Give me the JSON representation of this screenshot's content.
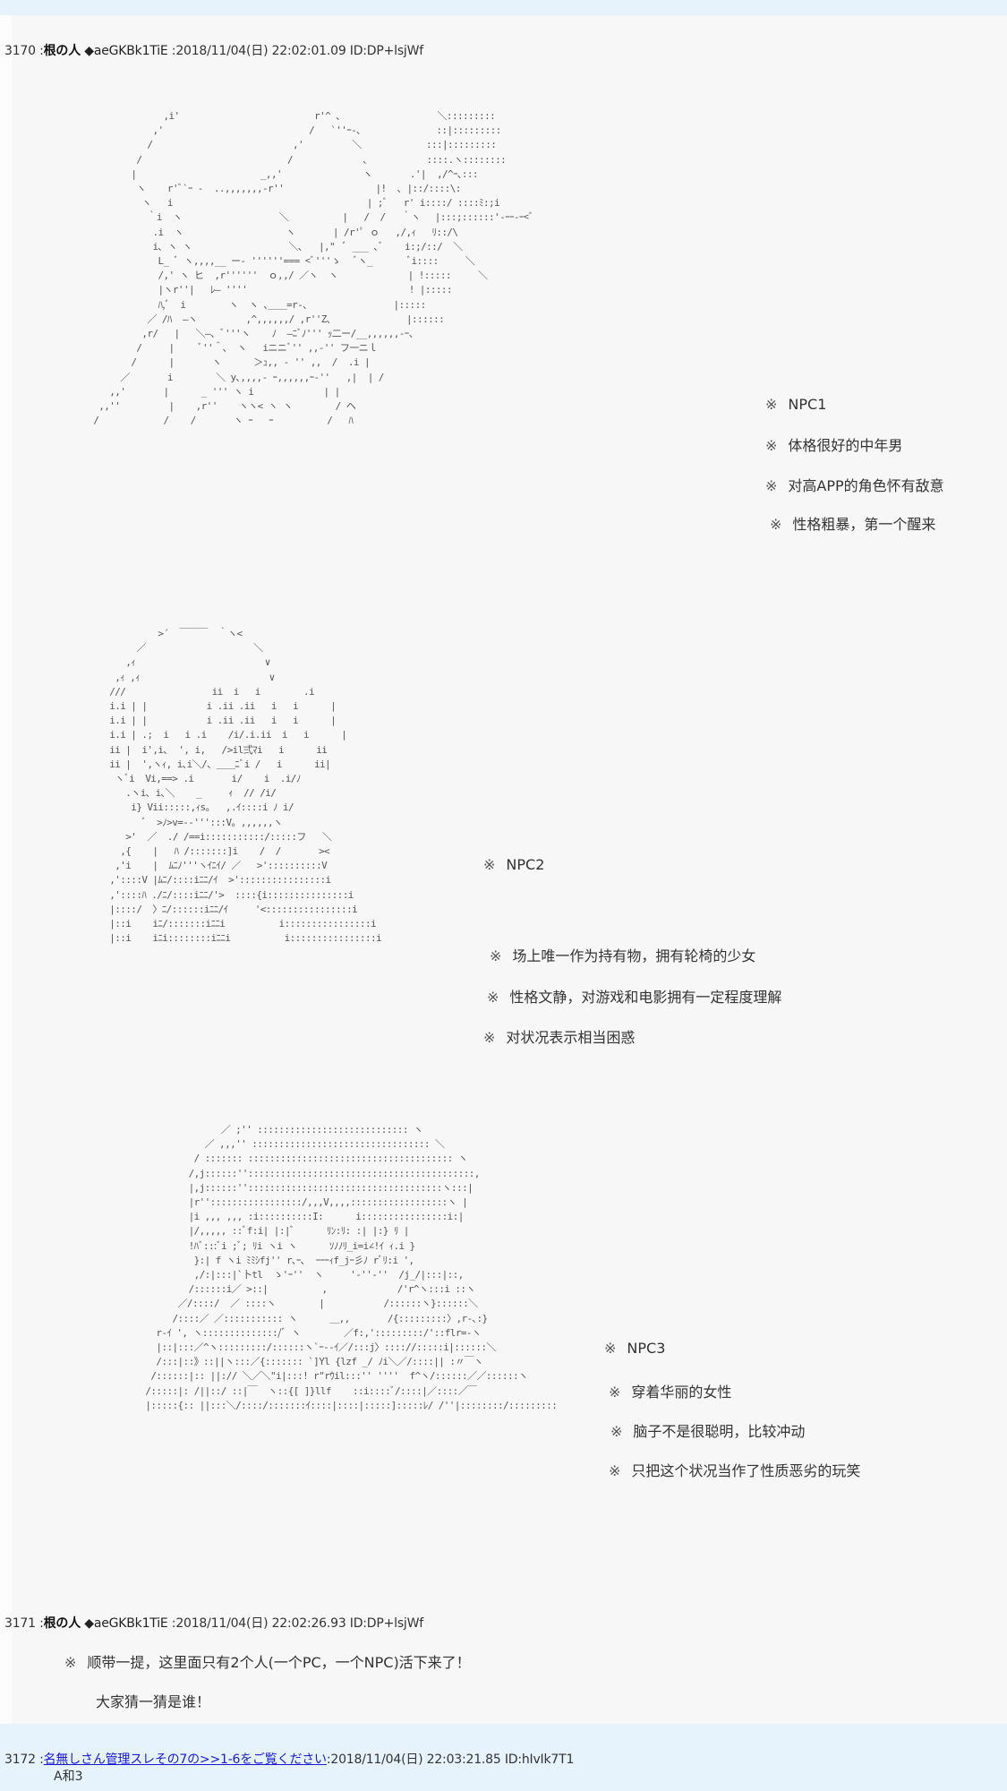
{
  "posts": [
    {
      "number": "3170",
      "sep": " :",
      "name": "根の人",
      "trip": " ◆aeGKBk1TiE ",
      "date": ":2018/11/04(日) 22:02:01.09 ID:DP+lsjWf",
      "notes_npc1": [
        {
          "mark": "※",
          "text": "NPC1"
        },
        {
          "mark": "※",
          "text": "体格很好的中年男"
        },
        {
          "mark": "※",
          "text": "对高APP的角色怀有敌意"
        },
        {
          "mark": "※",
          "text": "性格粗暴，第一个醒来"
        }
      ],
      "notes_npc2": [
        {
          "mark": "※",
          "text": "NPC2"
        },
        {
          "mark": "※",
          "text": "场上唯一作为持有物，拥有轮椅的少女"
        },
        {
          "mark": "※",
          "text": "性格文静，对游戏和电影拥有一定程度理解"
        },
        {
          "mark": "※",
          "text": "对状况表示相当困惑"
        }
      ],
      "notes_npc3": [
        {
          "mark": "※",
          "text": "NPC3"
        },
        {
          "mark": "※",
          "text": "穿着华丽的女性"
        },
        {
          "mark": "※",
          "text": "脑子不是很聪明，比较冲动"
        },
        {
          "mark": "※",
          "text": "只把这个状况当作了性质恶劣的玩笑"
        }
      ],
      "art_npc1": "                      ,i'                         r'^ ､                  ＼:::::::::\n                    ,'                           /   `''ｰ-､              ::|:::::::::\n                   /                          ,'         ＼            :::|:::::::::\n                 /                           /             ､           ::::.ヽ::::::::\n                |                       _,,'               ヽ       .'|  ,/^ｰ､:::\n                 ヽ    r'ﾞ`ｰ -  ..,,,,,,,-r''                 |!  ､ |::/::::\\:\n                  ヽ   i                                    | ;ﾞ   r' i::::/ ::::ﾐ:;i\n                   ｀i  ヽ                  ＼          |   /  /   ｀ヽ 　|:::;::::::'-ｰｰ‐ｰ<ﾞ\n                    .i  ヽ                   ヽ       | /r'ﾟ ｏ   ,/,ｨ   ﾘ::/\\\n                    i､ ヽ ヽ                  ＼､   |,\"  ﾞ ___ ､ﾞ    i:;/::/  ＼\n                     L_ ﾞ ヽ,,,,__ ー‐ ''''''=== <ﾞ'''ゝ   ﾞヽ_       ﾞi::::     ＼\n                     /,' ヽ ヒ  ,r''''''  ｏ,,/ ／ヽ  ヽ             | !:::::     ＼\n                     |ヽr''|   ﾚ― ''''                              ! |:::::\n                     ﾊ,ﾞ  i        ヽ  ヽ ､＿＿=r-､                |:::::\n                   ／ /ﾊ  ―ヽ         ,^,,,,,,/ ,r''Z､              |::::::\n                  ,r/   |   ＼―、ﾞ'''ヽ    ﾉ  ―ﾆﾞﾉ''' ｯ二ー/__,,,,,,‐ｰ、\n                 /     |     ﾞ''＾、 ヽ   iニニﾞ'' ,,-'' フ一ニｌ\n                /      |       ヽ      ＞ｭ,, - '' ,,  /  .i |\n              ／       i        ＼ y､,,,,‐ ｰ,,,,,,ｰ‐''   ,|  | /\n            ,,'       |      _ ''' ヽ i             | |\n          ,,''         |    ,r''    ヽヽ< ヽ ヽ        / ヘ\n         /            /    /       ヽ ｰ   ｰ          /   ﾊ",
      "art_npc2": "                  >´  ￣￣￣  ｀ヽ<\n              ／                    ＼\n            ,ｨ                        ∨\n          ,ｨ ,ｨ                        ∨\n         ///                ii  i   i        .i\n         i.i | |           i .ii .ii   i   i      |\n         i.i | |           i .ii .ii   i   i      |\n         i.i | .;  i   i .i    /i/.i.ii  i   i      |\n         ii |  i',i､  ', i,   />il弍ﾏi   i      ii\n         ii |  ',ヽｨ, i､i＼/、＿＿ﾆﾞi /   i      ii|\n          ヽﾞi  Vi,==> .i       i/    i  .i/ﾉ\n            .ヽi､ i､＼    _     ｨ  // /i/\n             i} Vii:::::,ｨs。  ,.ｲ::::i ﾉ i/\n               ﾞ  >ﾉ>v=‐‐''':::V。,,,,,,ヽ\n            >'  ／  ./ /==i:::::::::::/:::::フ   ＼\n           ,{    |   ﾊ /:::::::]i    /  /       ><\n          ,'i    |  ﾑﾆﾉ'''ヽｲﾆｲ/ ／   >'::::::::::V\n         ,'::::V |ﾑﾆ/::::iﾆﾆ/ｲ  >'::::::::::::::::i\n         ,'::::ﾊ ./ﾆ/::::iﾆﾆ/'>  ::::{i:::::::::::::::i\n         |::::/  〉ﾆ/::::::iﾆﾆ/ｲ     '<::::::::::::::::i\n         |::i    iﾆ/:::::::iﾆﾆi          i::::::::::::::::i\n         |::i    iﾆi::::::::iﾆﾆi          i::::::::::::::::i",
      "art_npc3": "                               ／ ;'' :::::::::::::::::::::::::::: ヽ\n                            ／ ,,,'' ::::::::::::::::::::::::::::::::: ＼\n                          / ::::::: :::::::::::::::::::::::::::::::::::::: ヽ\n                         /,j::::::''::::::::::::::::::::::::::::::::::::::::::,\n                         |,j::::::''::::::::::::::::::::::::::::::::::::ヽ:::|\n                         |r'':::::::::::::::::/,,,V,,,,::::::::::::::::::ヽ |\n                         |i ,,, ,,, :i::::::::::I:      i::::::::::::::::i:|\n                         |/,,,,, ::ﾞf:i| |:|ﾞ      ﾘﾝ:ﾘ: :| |:} ﾘ |\n                         !ﾊﾞ:::ﾞi ;ﾞ; ﾘi ヽi ヽ      ｿﾉﾉﾘ_i=i∠!ｲ ｨ.i }\n                          }:| f ヽi ﾐﾐｼfj'' r､ｰ､  ｰｰｰｨf_jｰ彡ﾉ rﾞﾘ:i ',\n                          ,/:|:::|`卜tl  ゝ'ｰ''  ヽ     '‐''‐''  /j_/|:::|::,\n                         /::::::i／ >::|          ,             /'r^ヽ:::i ::ヽ\n                       ／/::::/  ／ ::::ヽ        |           /::::::ヽ}::::::＼\n                      /::::／ ／::::::::::: ヽ      ＿,,       /{:::::::::〉,r-､:}\n                   r-ｲ ', ヽ::::::::::::::/ﾞ ヽ        ／f:,':::::::::/'::flr=-ヽ\n                   |::|:::／^ヽ:::::::::/::::::ヽ`ｰ‐-ｲ／/:::j〉:::://:::::i|::::::＼\n                   /:::|::》::||ヽ:::／{::::::: `]Yl {lzf _/ ﾉi＼／/::::|| :〃￣ヽ\n                  /::::::|:: ||:// ＼／＼\"i|:::! r\"rｳil:::'' ''''  f^ヽ/::::::／／::::::ヽ\n                 /:::::|: /||::/ ::|￣  ヽ::{[ ]}llf    ::i::::ﾞ/::::|／::::／￣\n                 |:::::{:: ||:::＼/::::/:::::::ｲ::::|::::|:::::]:::::ﾚ/ /''|::::::::/:::::::::"
    },
    {
      "number": "3171",
      "sep": " :",
      "name": "根の人",
      "trip": " ◆aeGKBk1TiE ",
      "date": ":2018/11/04(日) 22:02:26.93 ID:DP+lsjWf",
      "line1_mark": "※",
      "line1": "顺带一提，这里面只有2个人(一个PC，一个NPC)活下来了！",
      "line2": "大家猜一猜是谁！"
    },
    {
      "number": "3172",
      "sep": " :",
      "name": "名無しさん管理スレその7の>>1-6をご覧ください",
      "date": ":2018/11/04(日) 22:03:21.85 ID:hIvIk7T1",
      "body": "A和3"
    }
  ]
}
